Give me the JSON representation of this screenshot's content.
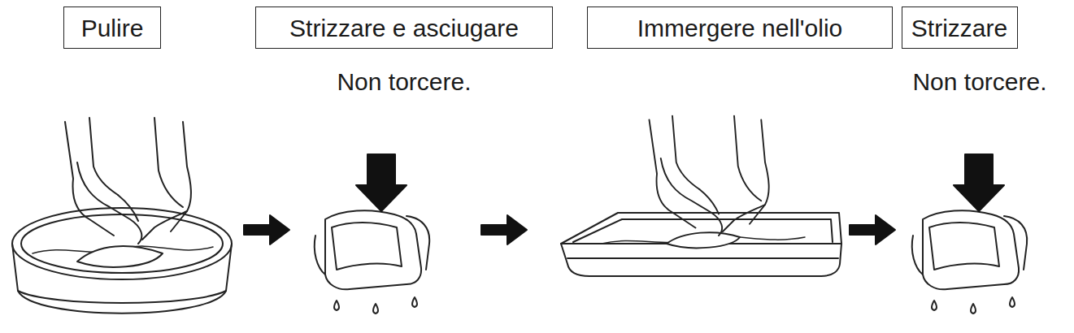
{
  "diagram": {
    "nodes": [
      {
        "text": [
          "Pulire"
        ]
      },
      {
        "text": [
          "Strizzare e asciugare"
        ]
      },
      {
        "text": [
          "Immergere nell'olio"
        ]
      },
      {
        "text": [
          "Strizzare"
        ]
      }
    ],
    "labels": [
      "Non torcere.",
      "Non torcere."
    ]
  }
}
